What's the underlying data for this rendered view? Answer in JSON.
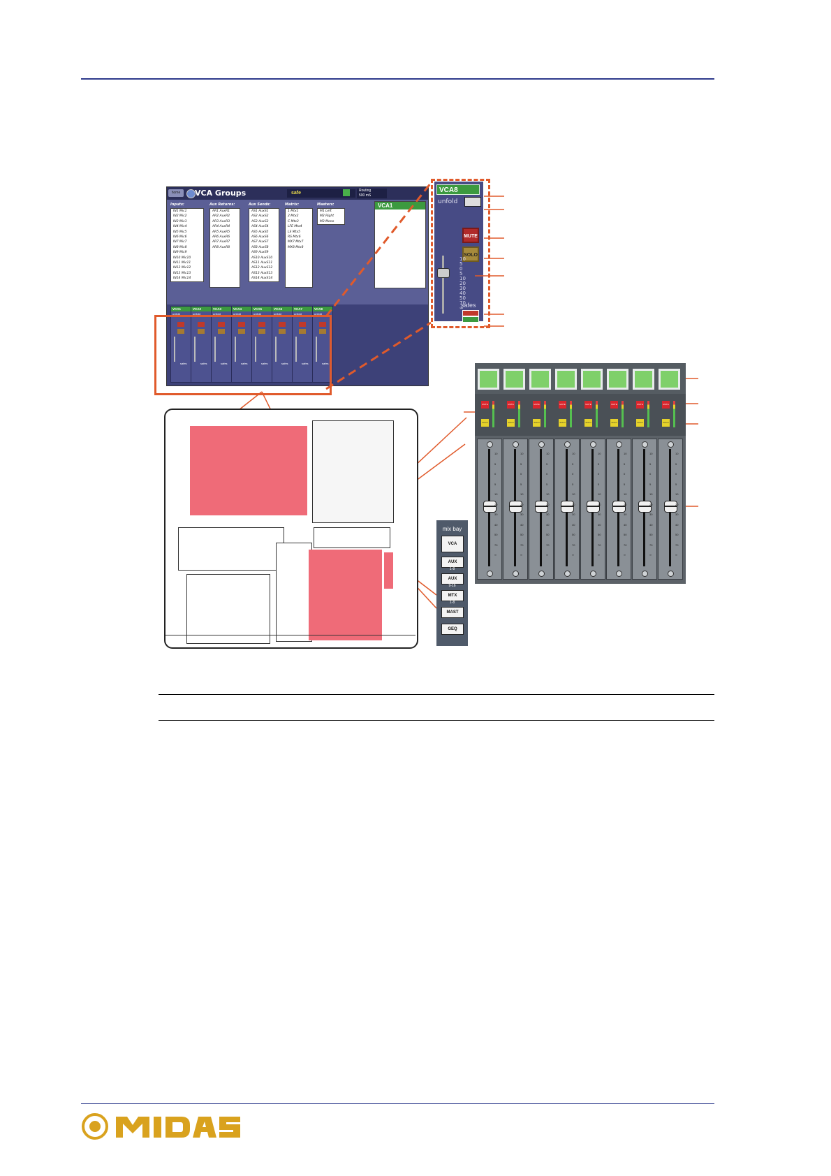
{
  "gui": {
    "title": "VCA Groups",
    "home_label": "home",
    "safe_label": "safe",
    "rt_label": "Routing",
    "rt_value": "500 mS",
    "columns": [
      {
        "header": "Inputs:",
        "items": [
          "IN1 Mic1",
          "IN2 Mic2",
          "IN3 Mic3",
          "IN4 Mic4",
          "IN5 Mic5",
          "IN6 Mic6",
          "IN7 Mic7",
          "IN8 Mic8",
          "IN9 Mic9",
          "IN10 Mic10",
          "IN11 Mic11",
          "IN12 Mic12",
          "IN13 Mic13",
          "IN14 Mic14"
        ]
      },
      {
        "header": "Aux Returns:",
        "items": [
          "AR1 AuxR1",
          "AR2 AuxR2",
          "AR3 AuxR3",
          "AR4 AuxR4",
          "AR5 AuxR5",
          "AR6 AuxR6",
          "AR7 AuxR7",
          "AR8 AuxR8"
        ]
      },
      {
        "header": "Aux Sends:",
        "items": [
          "AS1 AuxS1",
          "AS2 AuxS2",
          "AS3 AuxS3",
          "AS4 AuxS4",
          "AS5 AuxS5",
          "AS6 AuxS6",
          "AS7 AuxS7",
          "AS8 AuxS8",
          "AS9 AuxS9",
          "AS10 AuxS10",
          "AS11 AuxS11",
          "AS12 AuxS12",
          "AS13 AuxS13",
          "AS14 AuxS14"
        ]
      },
      {
        "header": "Matrix:",
        "items": [
          "1 Mtx1",
          "2 Mtx2",
          "C Mtx3",
          "LFE Mtx4",
          "LS Mtx5",
          "RS Mtx6",
          "MX7 Mtx7",
          "MX8 Mtx8"
        ]
      },
      {
        "header": "Masters:",
        "items": [
          "M1 Left",
          "M2 Right",
          "M3 Mono"
        ]
      }
    ],
    "selected_vca": "VCA1",
    "vca_strips": [
      "VCA1",
      "VCA2",
      "VCA3",
      "VCA4",
      "VCA5",
      "VCA6",
      "VCA7",
      "VCA8"
    ],
    "unfold_label": "unfold",
    "safes_label": "safes"
  },
  "zoom": {
    "name": "VCA8",
    "unfold": "unfold",
    "mute": "MUTE",
    "solo": "SOLO",
    "scale": [
      "10",
      "5",
      "0",
      "5",
      "10",
      "20",
      "30",
      "40",
      "50",
      "70",
      "∞"
    ],
    "safes": "safes"
  },
  "mixbay": {
    "title": "mix bay",
    "buttons": [
      "VCA",
      "AUX",
      "AUX",
      "MTX",
      "MAST",
      "GEQ"
    ],
    "ranges": [
      "1-8",
      "9-16",
      "1-8"
    ]
  },
  "bank": {
    "mute": "MUTE",
    "solo": "SOLO",
    "scale": [
      "10",
      "5",
      "0",
      "5",
      "10",
      "20",
      "30",
      "40",
      "50",
      "70",
      "∞"
    ]
  },
  "colors": {
    "callout": "#e05a2b",
    "rule": "#2e3a8c",
    "logo": "#d9a21e",
    "highlight": "#ef6b78"
  },
  "logo_text": "MIDAS"
}
